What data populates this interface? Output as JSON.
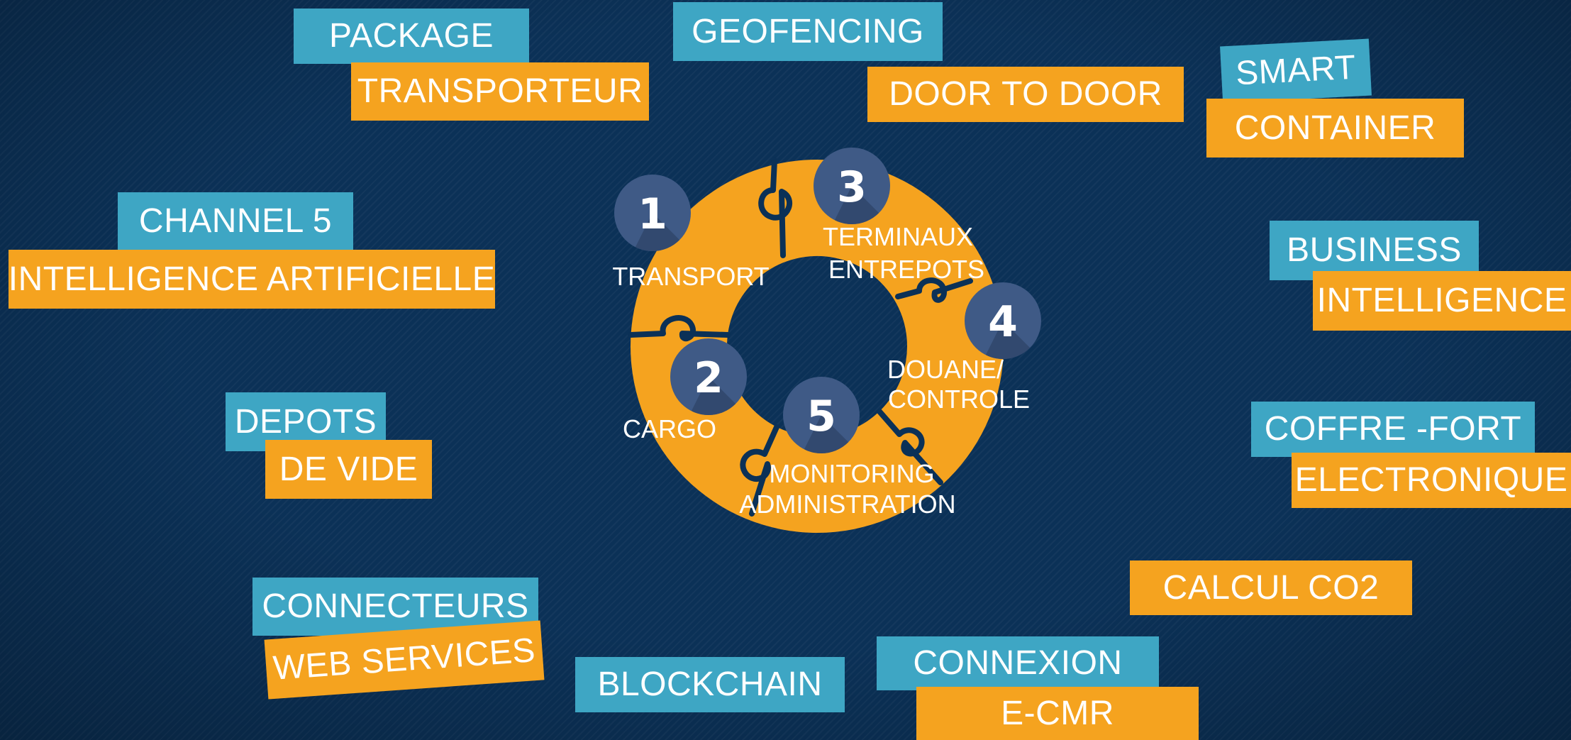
{
  "tags": {
    "package": "PACKAGE",
    "transporteur": "TRANSPORTEUR",
    "geofencing": "GEOFENCING",
    "door_to_door": "DOOR TO DOOR",
    "smart": "SMART",
    "container": "CONTAINER",
    "channel5": "CHANNEL 5",
    "intelligence_artificielle": "INTELLIGENCE ARTIFICIELLE",
    "business": "BUSINESS",
    "intelligence": "INTELLIGENCE",
    "depots": "DEPOTS",
    "de_vide": "DE VIDE",
    "coffre_fort": "COFFRE -FORT",
    "electronique": "ELECTRONIQUE",
    "calcul_co2": "CALCUL CO2",
    "connecteurs": "CONNECTEURS",
    "web_services": "WEB SERVICES",
    "blockchain": "BLOCKCHAIN",
    "connexion": "CONNEXION",
    "e_cmr": "E-CMR"
  },
  "wheel": {
    "steps": [
      {
        "number": "1",
        "lines": [
          "TRANSPORT"
        ]
      },
      {
        "number": "2",
        "lines": [
          "CARGO"
        ]
      },
      {
        "number": "3",
        "lines": [
          "TERMINAUX",
          "ENTREPOTS"
        ]
      },
      {
        "number": "4",
        "lines": [
          "DOUANE/",
          "CONTROLE"
        ]
      },
      {
        "number": "5",
        "lines": [
          "MONITORING",
          "ADMINISTRATION"
        ]
      }
    ]
  },
  "colors": {
    "background": "#0b3157",
    "tag_blue": "#3ea6c4",
    "tag_orange": "#f5a31f",
    "wheel": "#f5a31f",
    "badge": "#3f5a86"
  }
}
